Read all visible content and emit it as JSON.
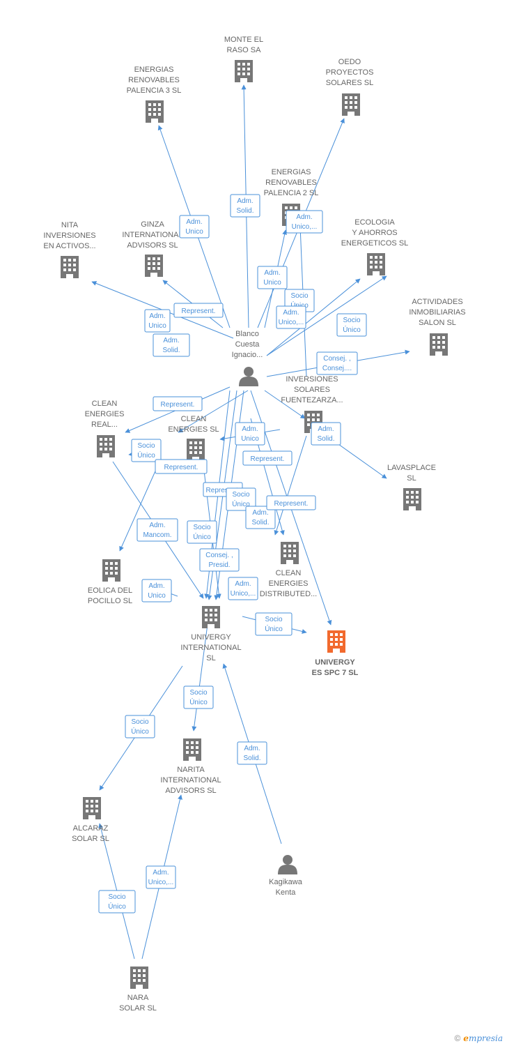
{
  "colors": {
    "edge": "#4a90d9",
    "company": "#777777",
    "focus_company": "#f26a2e",
    "person": "#777777"
  },
  "nodes": [
    {
      "id": "monte",
      "type": "company",
      "label": [
        "MONTE EL",
        "RASO SA"
      ]
    },
    {
      "id": "erp3",
      "type": "company",
      "label": [
        "ENERGIAS",
        "RENOVABLES",
        "PALENCIA 3 SL"
      ]
    },
    {
      "id": "oedo",
      "type": "company",
      "label": [
        "OEDO",
        "PROYECTOS",
        "SOLARES SL"
      ]
    },
    {
      "id": "erp2",
      "type": "company",
      "label": [
        "ENERGIAS",
        "RENOVABLES",
        "PALENCIA 2 SL"
      ]
    },
    {
      "id": "nita",
      "type": "company",
      "label": [
        "NITA",
        "INVERSIONES",
        "EN ACTIVOS..."
      ]
    },
    {
      "id": "ginza",
      "type": "company",
      "label": [
        "GINZA",
        "INTERNATIONAL",
        "ADVISORS SL"
      ]
    },
    {
      "id": "ecologia",
      "type": "company",
      "label": [
        "ECOLOGIA",
        "Y AHORROS",
        "ENERGETICOS SL"
      ]
    },
    {
      "id": "actividades",
      "type": "company",
      "label": [
        "ACTIVIDADES",
        "INMOBILIARIAS",
        "SALON SL"
      ]
    },
    {
      "id": "blanco",
      "type": "person",
      "label": [
        "Blanco",
        "Cuesta",
        "Ignacio..."
      ]
    },
    {
      "id": "inversiones",
      "type": "company",
      "label": [
        "INVERSIONES",
        "SOLARES",
        "FUENTEZARZA..."
      ]
    },
    {
      "id": "cleanreal",
      "type": "company",
      "label": [
        "CLEAN",
        "ENERGIES",
        "REAL..."
      ]
    },
    {
      "id": "cleansl",
      "type": "company",
      "label": [
        "CLEAN",
        "ENERGIES SL"
      ]
    },
    {
      "id": "lavasplace",
      "type": "company",
      "label": [
        "LAVASPLACE",
        "SL"
      ]
    },
    {
      "id": "eolica",
      "type": "company",
      "label": [
        "EOLICA DEL",
        "POCILLO SL"
      ]
    },
    {
      "id": "cleandist",
      "type": "company",
      "label": [
        "CLEAN",
        "ENERGIES",
        "DISTRIBUTED..."
      ]
    },
    {
      "id": "univergy",
      "type": "company",
      "label": [
        "UNIVERGY",
        "INTERNATIONAL",
        "SL"
      ]
    },
    {
      "id": "spc7",
      "type": "company",
      "focus": true,
      "label": [
        "UNIVERGY",
        "ES SPC 7 SL"
      ]
    },
    {
      "id": "narita",
      "type": "company",
      "label": [
        "NARITA",
        "INTERNATIONAL",
        "ADVISORS SL"
      ]
    },
    {
      "id": "alcaraz",
      "type": "company",
      "label": [
        "ALCARAZ",
        "SOLAR SL"
      ]
    },
    {
      "id": "kagikawa",
      "type": "person",
      "label": [
        "Kagikawa",
        "Kenta"
      ]
    },
    {
      "id": "nara",
      "type": "company",
      "label": [
        "NARA",
        "SOLAR SL"
      ]
    }
  ],
  "relations": [
    [
      "Adm.",
      "Unico"
    ],
    [
      "Adm.",
      "Solid."
    ],
    [
      "Adm.",
      "Unico,..."
    ],
    [
      "Adm.",
      "Unico"
    ],
    [
      "Socio",
      "Único"
    ],
    [
      "Adm.",
      "Unico"
    ],
    [
      "Socio",
      "Único"
    ],
    [
      "Represent."
    ],
    [
      "Adm.",
      "Solid."
    ],
    [
      "Adm.",
      "Unico,..."
    ],
    [
      "Consej. ,",
      "Consej...."
    ],
    [
      "Represent."
    ],
    [
      "Adm.",
      "Unico"
    ],
    [
      "Adm.",
      "Solid."
    ],
    [
      "Socio",
      "Único"
    ],
    [
      "Represent."
    ],
    [
      "Represent."
    ],
    [
      "Represent."
    ],
    [
      "Socio",
      "Único"
    ],
    [
      "Adm.",
      "Solid."
    ],
    [
      "Represent."
    ],
    [
      "Adm.",
      "Mancom."
    ],
    [
      "Socio",
      "Único"
    ],
    [
      "Consej. ,",
      "Presid."
    ],
    [
      "Adm.",
      "Unico"
    ],
    [
      "Socio",
      "Único"
    ],
    [
      "Adm.",
      "Unico,..."
    ],
    [
      "Socio",
      "Único"
    ],
    [
      "Socio",
      "Único"
    ],
    [
      "Adm.",
      "Solid."
    ],
    [
      "Socio",
      "Único"
    ],
    [
      "Adm.",
      "Unico,..."
    ]
  ],
  "footer": {
    "copyright": "©",
    "brand_initial": "e",
    "brand_rest": "mpresia"
  }
}
